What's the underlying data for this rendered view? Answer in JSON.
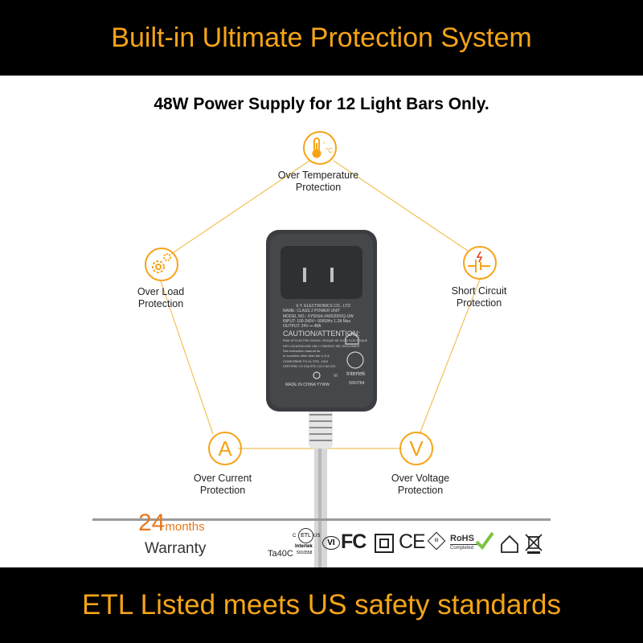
{
  "header": {
    "title": "Built-in Ultimate Protection System"
  },
  "subtitle": "48W Power Supply for 12 Light Bars Only.",
  "features": {
    "temperature": {
      "line1": "Over Temperature",
      "line2": "Protection"
    },
    "load": {
      "line1": "Over Load",
      "line2": "Protection"
    },
    "short_circuit": {
      "line1": "Short Circuit",
      "line2": "Protection"
    },
    "current": {
      "line1": "Over Current",
      "line2": "Protection",
      "glyph": "A"
    },
    "voltage": {
      "line1": "Over Voltage",
      "line2": "Protection",
      "glyph": "V"
    }
  },
  "adapter_label": {
    "maker": "X.Y. ELECTRONICS CO., LTD",
    "class": "NAME: CLASS 2 POWER UNIT",
    "model": "MODEL NO.: XY50SA-2400200VQ-UW",
    "input": "INPUT: 100-240V~ 50/60Hz 1.2A Max",
    "output": "OUTPUT: 24V ⎓ 48A",
    "caution": "CAUTION/ATTENTION:",
    "warn1": "RISK OF ELECTRIC SHOCK / RISQUE DE CHOC ELECTRIQUE",
    "warn2": "DRY LOCATION USE ONLY / ENDROIT SEC SEULEMENT",
    "warn3": "See instruction manual for",
    "warn4": "in countries other than the U.S.A",
    "conform": "CONFORMS TO UL STD. 1310",
    "certified": "CERTIFIED TO CSA STD C22.2 NO.223",
    "made_in": "MADE IN CHINA YYWW",
    "vi": "VI",
    "etl_brand": "Intertek",
    "etl_no": "5003784"
  },
  "warranty": {
    "number": "24",
    "unit": "months",
    "label": "Warranty"
  },
  "certs": {
    "temp": "Ta40C",
    "etl_small": "Intertek",
    "etl_small_no": "5010558",
    "vi": "VI",
    "fc": "FC",
    "ce": "CE",
    "rohs": "RoHS",
    "rohs_sub": "Completed",
    "etl": "ETL",
    "us": "US",
    "c": "C",
    "class3": "III"
  },
  "footer": {
    "title": "ETL Listed meets US safety standards"
  },
  "colors": {
    "accent": "#f5a418",
    "orange_text": "#e8771c",
    "banner_bg": "#000000"
  }
}
